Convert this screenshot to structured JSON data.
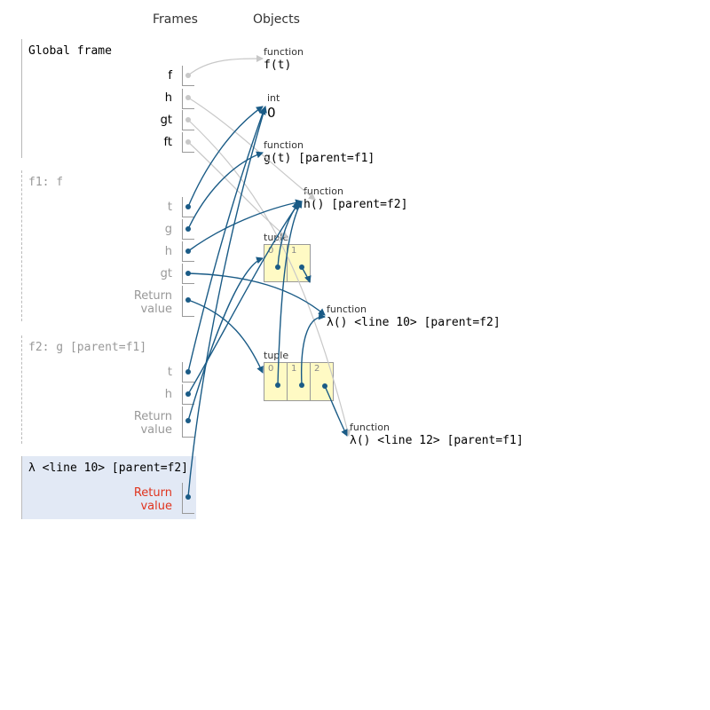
{
  "headers": {
    "frames": "Frames",
    "objects": "Objects"
  },
  "frames": {
    "global": {
      "title": "Global frame",
      "vars": [
        "f",
        "h",
        "gt",
        "ft"
      ]
    },
    "f1": {
      "title": "f1: f",
      "vars": [
        "t",
        "g",
        "h",
        "gt"
      ],
      "return_line1": "Return",
      "return_line2": "value"
    },
    "f2": {
      "title": "f2: g [parent=f1]",
      "vars": [
        "t",
        "h"
      ],
      "return_line1": "Return",
      "return_line2": "value"
    },
    "lambda10": {
      "title": "λ <line 10> [parent=f2]",
      "return_line1": "Return",
      "return_line2": "value"
    }
  },
  "objects": {
    "func_f": {
      "type": "function",
      "value": "f(t)"
    },
    "int0": {
      "type": "int",
      "value": "0"
    },
    "func_g": {
      "type": "function",
      "value": "g(t) [parent=f1]"
    },
    "func_h": {
      "type": "function",
      "value": "h() [parent=f2]"
    },
    "tuple1": {
      "type": "tuple",
      "indices": [
        "0",
        "1"
      ]
    },
    "lambda10": {
      "type": "function",
      "value": "λ() <line 10> [parent=f2]"
    },
    "tuple2": {
      "type": "tuple",
      "indices": [
        "0",
        "1",
        "2"
      ]
    },
    "lambda12": {
      "type": "function",
      "value": "λ() <line 12> [parent=f1]"
    }
  },
  "colors": {
    "active_pointer": "#1a5b86",
    "inactive_pointer": "#c8c8c8",
    "tuple_fill": "#fffac4",
    "active_frame_bg": "#e2e9f5",
    "return_value_label": "#e0341e"
  }
}
